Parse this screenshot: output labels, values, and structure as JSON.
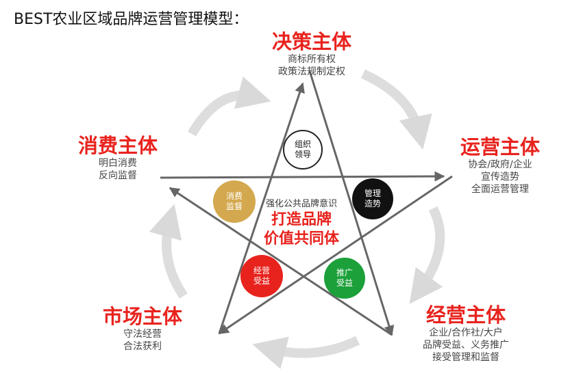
{
  "title": "BEST农业区域品牌运营管理模型：",
  "nodes": {
    "decision": {
      "title": "决策主体",
      "lines": [
        "商标所有权",
        "政策法规制定权"
      ]
    },
    "operation": {
      "title": "运营主体",
      "lines": [
        "协会/政府/企业",
        "宣传造势",
        "全面运营管理"
      ]
    },
    "business": {
      "title": "经营主体",
      "lines": [
        "企业/合作社/大户",
        "品牌受益、义务推广",
        "接受管理和监督"
      ]
    },
    "market": {
      "title": "市场主体",
      "lines": [
        "守法经营",
        "合法获利"
      ]
    },
    "consumer": {
      "title": "消费主体",
      "lines": [
        "明白消费",
        "反向监督"
      ]
    }
  },
  "center": {
    "small": "强化公共品牌意识",
    "big_line1": "打造品牌",
    "big_line2": "价值共同体"
  },
  "circles": {
    "org": {
      "line1": "组织",
      "line2": "领导"
    },
    "manage": {
      "line1": "管理",
      "line2": "造势"
    },
    "promote": {
      "line1": "推广",
      "line2": "受益"
    },
    "operate": {
      "line1": "经营",
      "line2": "受益"
    },
    "supervise": {
      "line1": "消费",
      "line2": "监督"
    }
  },
  "colors": {
    "accent_red": "#e8231e",
    "star_gray": "#666666",
    "arc_gray": "#d9d9d9",
    "circle_gold": "#d4a84e",
    "circle_black": "#111111",
    "circle_green": "#1ca03a",
    "circle_red": "#e8231e",
    "circle_white_border": "#222222"
  }
}
